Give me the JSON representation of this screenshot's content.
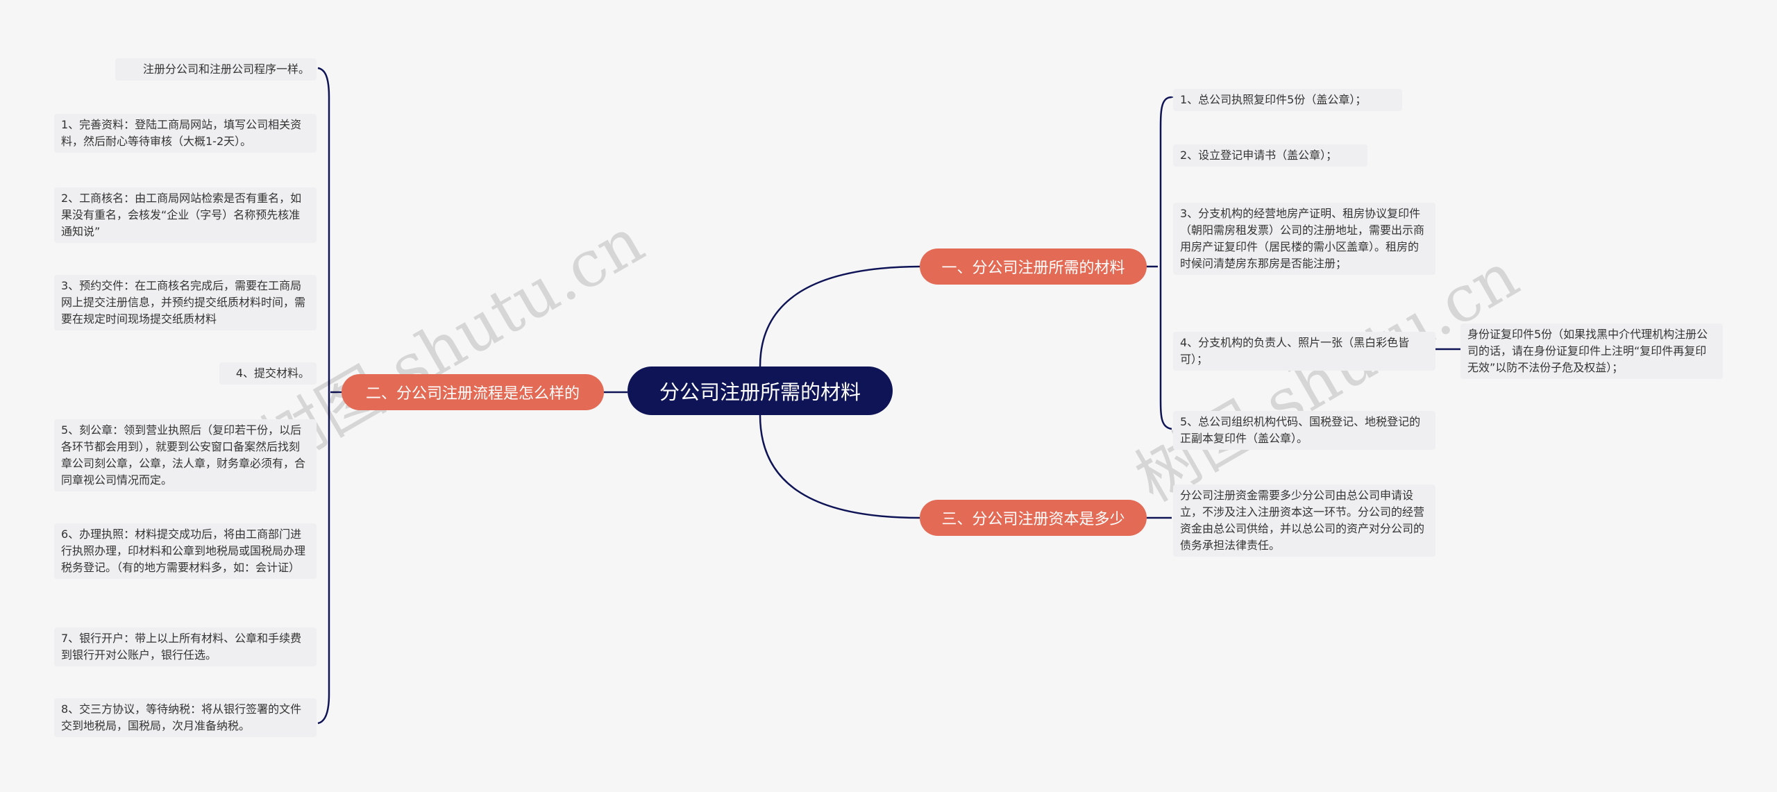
{
  "root": {
    "label": "分公司注册所需的材料"
  },
  "branches": {
    "b1": {
      "label": "一、分公司注册所需的材料"
    },
    "b2": {
      "label": "二、分公司注册流程是怎么样的"
    },
    "b3": {
      "label": "三、分公司注册资本是多少"
    }
  },
  "right_leaves": {
    "r1": "1、总公司执照复印件5份（盖公章）；",
    "r2": "2、设立登记申请书（盖公章）；",
    "r3": "3、分支机构的经营地房产证明、租房协议复印件（朝阳需房租发票）公司的注册地址，需要出示商用房产证复印件（居民楼的需小区盖章）。租房的时候问清楚房东那房是否能注册；",
    "r4": "4、分支机构的负责人、照片一张（黑白彩色皆可）；",
    "r4_child": "身份证复印件5份（如果找黑中介代理机构注册公司的话，请在身份证复印件上注明“复印件再复印无效”以防不法份子危及权益）；",
    "r5": "5、总公司组织机构代码、国税登记、地税登记的正副本复印件（盖公章）。",
    "r6": "分公司注册资金需要多少分公司由总公司申请设立，不涉及注入注册资本这一环节。分公司的经营资金由总公司供给，并以总公司的资产对分公司的债务承担法律责任。"
  },
  "left_leaves": {
    "l0": "注册分公司和注册公司程序一样。",
    "l1": "1、完善资料：登陆工商局网站，填写公司相关资料，然后耐心等待审核（大概1-2天）。",
    "l2": "2、工商核名：由工商局网站检索是否有重名，如果没有重名，会核发“企业（字号）名称预先核准通知说”",
    "l3": "3、预约交件：在工商核名完成后，需要在工商局网上提交注册信息，并预约提交纸质材料时间，需要在规定时间现场提交纸质材料",
    "l4": "4、提交材料。",
    "l5": "5、刻公章：领到营业执照后（复印若干份，以后各环节都会用到），就要到公安窗口备案然后找刻章公司刻公章，公章，法人章，财务章必须有，合同章视公司情况而定。",
    "l6": "6、办理执照：材料提交成功后，将由工商部门进行执照办理，印材料和公章到地税局或国税局办理税务登记。（有的地方需要材料多，如：会计证）",
    "l7": "7、银行开户：带上以上所有材料、公章和手续费到银行开对公账户，银行任选。",
    "l8": "8、交三方协议，等待纳税：将从银行签署的文件交到地税局，国税局，次月准备纳税。"
  },
  "watermark": "树图 shutu.cn",
  "colors": {
    "root": "#0e1455",
    "branch": "#e36a55",
    "line": "#0e1455",
    "leaf_bg": "#efeff1"
  }
}
